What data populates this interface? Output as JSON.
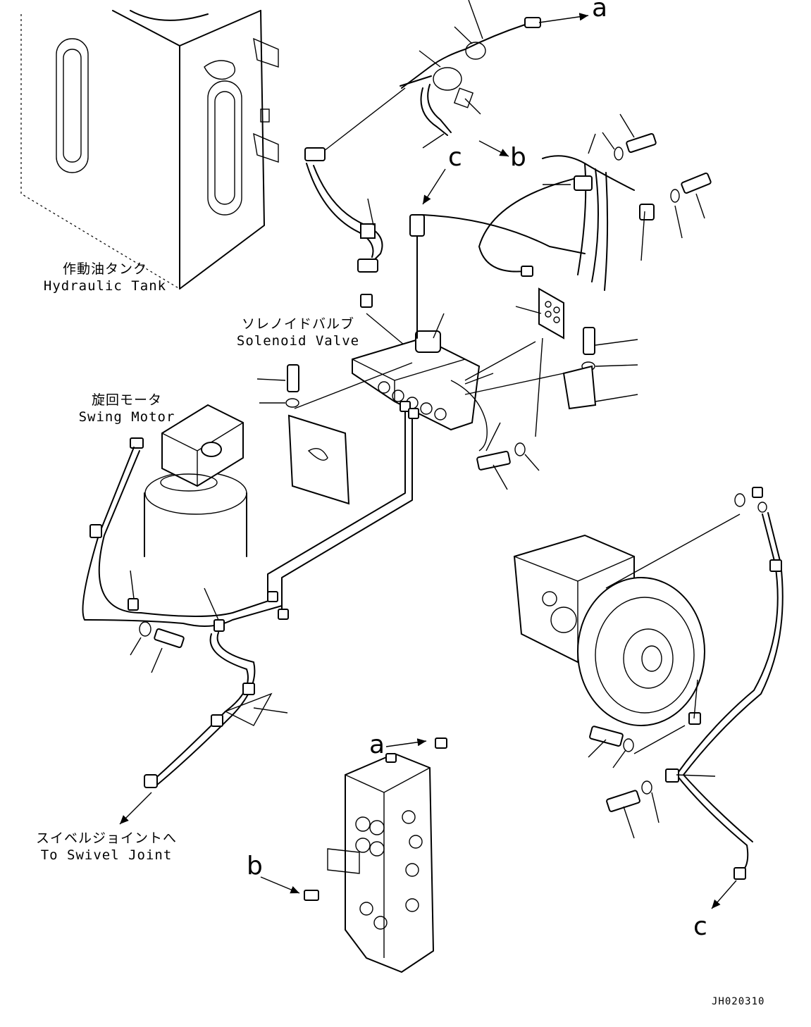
{
  "labels": {
    "hydraulic_tank_jp": "作動油タンク",
    "hydraulic_tank_en": "Hydraulic Tank",
    "solenoid_valve_jp": "ソレノイドバルブ",
    "solenoid_valve_en": "Solenoid Valve",
    "swing_motor_jp": "旋回モータ",
    "swing_motor_en": "Swing Motor",
    "swivel_joint_jp": "スイベルジョイントへ",
    "swivel_joint_en": "To Swivel Joint"
  },
  "refs": {
    "a_top": "a",
    "b_top": "b",
    "c_top": "c",
    "a_valve": "a",
    "b_valve": "b",
    "c_bottom": "c"
  },
  "drawing_code": "JH020310"
}
